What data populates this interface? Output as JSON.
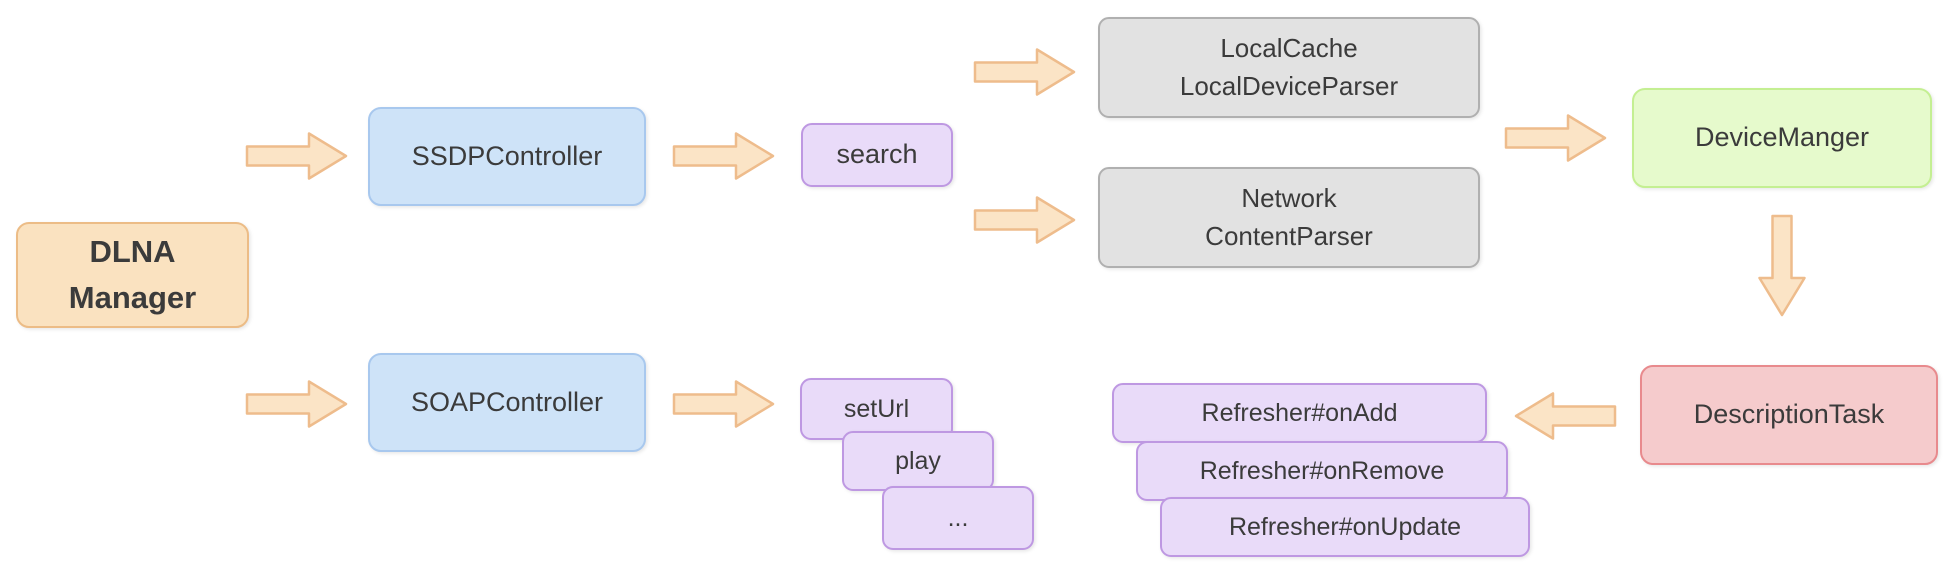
{
  "diagram": {
    "background": "#ffffff",
    "colors": {
      "arrow_fill": "#fbe4c6",
      "arrow_stroke": "#eebc8c",
      "orange_fill": "#fae2c0",
      "orange_stroke": "#ecbc86",
      "blue_fill": "#cee3f8",
      "blue_stroke": "#a8c8ee",
      "purple_fill": "#e9dbf9",
      "purple_stroke": "#be98e2",
      "gray_fill": "#e2e2e2",
      "gray_stroke": "#b0b0b0",
      "green_fill": "#e6facc",
      "green_stroke": "#c4ef92",
      "pink_fill": "#f5cbcc",
      "pink_stroke": "#e88a8d",
      "text": "#3b3b3b"
    },
    "nodes": {
      "dlna_manager": {
        "line1": "DLNA",
        "line2": "Manager"
      },
      "ssdp_controller": {
        "label": "SSDPController"
      },
      "soap_controller": {
        "label": "SOAPController"
      },
      "search": {
        "label": "search"
      },
      "local_cache_parser": {
        "line1": "LocalCache",
        "line2": "LocalDeviceParser"
      },
      "network_content_parser": {
        "line1": "Network",
        "line2": "ContentParser"
      },
      "device_manager": {
        "label": "DeviceManger"
      },
      "description_task": {
        "label": "DescriptionTask"
      },
      "soap_actions": [
        "setUrl",
        "play",
        "..."
      ],
      "refresher_callbacks": [
        "Refresher#onAdd",
        "Refresher#onRemove",
        "Refresher#onUpdate"
      ]
    }
  }
}
